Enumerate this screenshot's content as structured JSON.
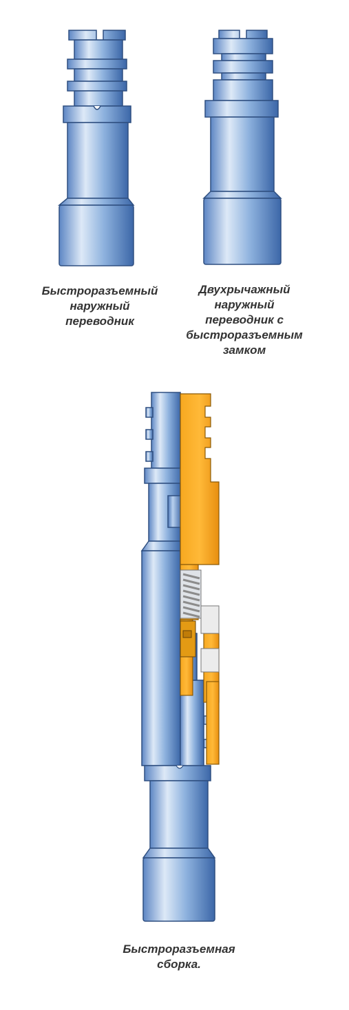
{
  "captions": {
    "left_sub": [
      "Быстроразъемный",
      "наружный",
      "переводник"
    ],
    "right_sub": [
      "Двухрычажный",
      "наружный",
      "переводник с",
      "быстроразъемным",
      "замком"
    ],
    "assembly": [
      "Быстроразъемная",
      "сборка."
    ]
  },
  "colors": {
    "steel_light": "#d7e6f6",
    "steel_mid": "#8ab0de",
    "steel_dark": "#3f6cae",
    "outline": "#2f4f80",
    "orange": "#f5a21c",
    "orange_light": "#ffd27a",
    "spring": "#9a9a9a"
  }
}
